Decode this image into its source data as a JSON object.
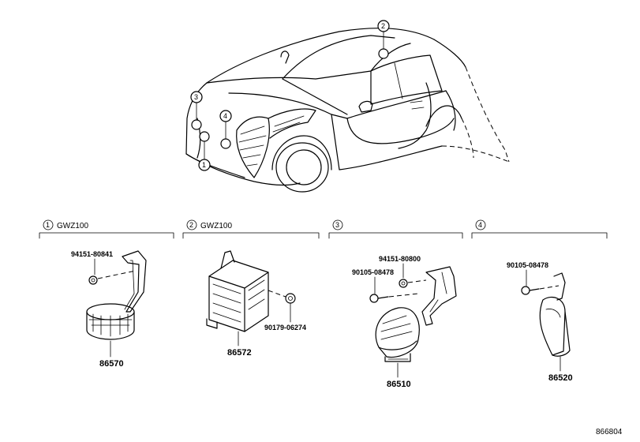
{
  "diagram_code": "866804",
  "callouts": [
    "1",
    "2",
    "3",
    "4"
  ],
  "sections": [
    {
      "number": "1",
      "model": "GWZ100",
      "part_number": "86570",
      "fastener": "94151-80841"
    },
    {
      "number": "2",
      "model": "GWZ100",
      "part_number": "86572",
      "fastener": "90179-06274"
    },
    {
      "number": "3",
      "model": "",
      "part_number": "86510",
      "fasteners": [
        "94151-80800",
        "90105-08478"
      ]
    },
    {
      "number": "4",
      "model": "",
      "part_number": "86520",
      "fastener": "90105-08478"
    }
  ]
}
